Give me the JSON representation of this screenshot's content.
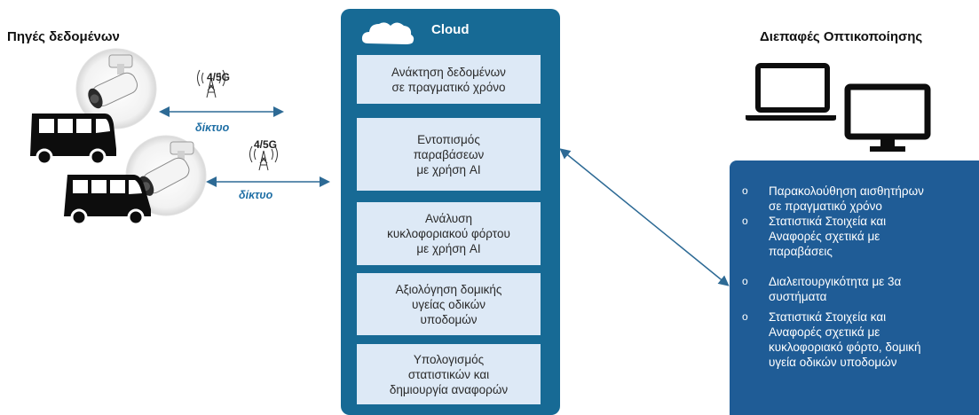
{
  "left_heading": "Πηγές δεδομένων",
  "right_heading": "Διεπαφές Οπτικοποίησης",
  "cloud": {
    "title": "Cloud",
    "boxes": [
      "Ανάκτηση δεδομένων\nσε πραγματικό χρόνο",
      "Εντοπισμός\nπαραβάσεων\nμε χρήση AI",
      "Ανάλυση\nκυκλοφοριακού φόρτου\nμε χρήση AI",
      "Αξιολόγηση δομικής\nυγείας οδικών\nυποδομών",
      "Υπολογισμός\nστατιστικών και\nδημιουργία αναφορών"
    ]
  },
  "network": {
    "signal_label": "4/5G",
    "link_label": "δίκτυο"
  },
  "visualization": {
    "bullet": "o",
    "items": [
      "Παρακολούθηση αισθητήρων\nσε πραγματικό χρόνο",
      "Στατιστικά Στοιχεία και\nΑναφορές σχετικά με\nπαραβάσεις",
      "Διαλειτουργικότητα με 3α\nσυστήματα",
      "Στατιστικά Στοιχεία και\nΑναφορές σχετικά με\nκυκλοφοριακό φόρτο, δομική\nυγεία οδικών υποδομών"
    ]
  }
}
